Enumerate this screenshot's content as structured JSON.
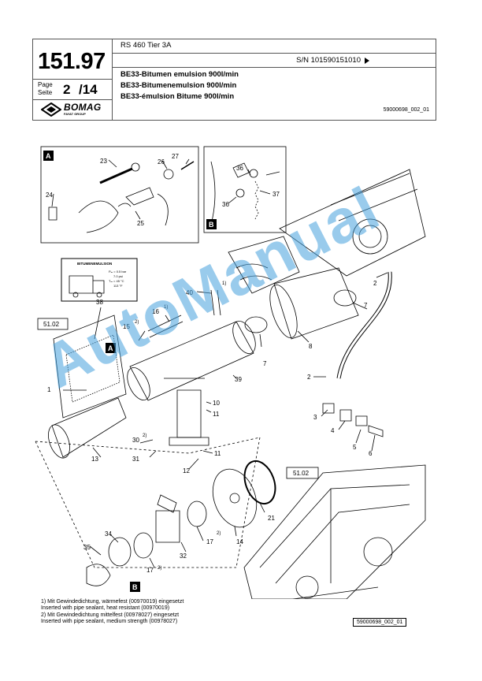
{
  "header": {
    "page_number": "151.97",
    "page_label": "Page\nSeite",
    "page_current": "2",
    "page_total": "/14",
    "brand": "BOMAG",
    "brand_sub": "FAYAT GROUP",
    "model": "RS 460 Tier 3A",
    "serial": "S/N 101590151010",
    "titles": [
      "BE33-Bitumen emulsion 900l/min",
      "BE33-Bitumenemulsion 900l/min",
      "BE33-émulsion Bitume 900l/min"
    ],
    "doc_ref": "59000698_002_01"
  },
  "diagram": {
    "detail_a": "A",
    "detail_b": "B",
    "ref_box_1": "51.02",
    "ref_box_2": "51.02",
    "decal_title": "BITUMENEMULSION",
    "decal_lines": [
      "Pₘ = 0.5 bar",
      "7.0 psi",
      "Tₘ = 45 °C",
      "113 °F"
    ],
    "parts": [
      "1",
      "2",
      "3",
      "4",
      "5",
      "6",
      "7",
      "8",
      "10",
      "11",
      "12",
      "13",
      "14",
      "15",
      "16",
      "17",
      "21",
      "23",
      "24",
      "25",
      "26",
      "27",
      "30",
      "31",
      "32",
      "34",
      "35",
      "36",
      "37",
      "38",
      "39",
      "40"
    ],
    "footnote_marks": [
      "1)",
      "2)"
    ]
  },
  "footnotes": [
    "1)  Mit Gewindedichtung, wärmefest (00970019) eingesetzt",
    "     Inserted with pipe sealant, heat resistant (00970019)",
    "2)  Mit Gewindedichtung mittelfest (00978027) eingesetzt",
    "     Inserted with pipe sealant, medium strength (00978027)"
  ],
  "figure_code": "59000698_002_01",
  "watermark": "AutoManual"
}
